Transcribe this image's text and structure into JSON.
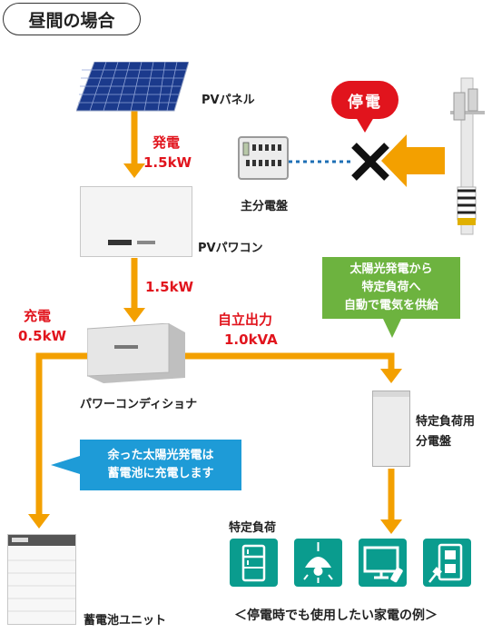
{
  "title": "昼間の場合",
  "pv_panel": {
    "label": "PVパネル"
  },
  "pv_inverter": {
    "label": "PVパワコン"
  },
  "power_conditioner": {
    "label": "パワーコンディショナ"
  },
  "main_board": {
    "label": "主分電盤"
  },
  "specific_board": {
    "label_line1": "特定負荷用",
    "label_line2": "分電盤"
  },
  "battery": {
    "label": "蓄電池ユニット"
  },
  "outage": {
    "label": "停電"
  },
  "flow_generation": {
    "label": "発電",
    "value": "1.5kW"
  },
  "flow_to_conditioner": {
    "value": "1.5kW"
  },
  "flow_charge": {
    "label": "充電",
    "value": "0.5kW"
  },
  "flow_self_output": {
    "label": "自立出力",
    "value": "1.0kVA"
  },
  "callout_green": {
    "line1": "太陽光発電から",
    "line2": "特定負荷へ",
    "line3": "自動で電気を供給"
  },
  "callout_blue": {
    "line1": "余った太陽光発電は",
    "line2": "蓄電池に充電します"
  },
  "loads": {
    "title": "特定負荷",
    "items": [
      "refrigerator-icon",
      "ceiling-light-icon",
      "television-icon",
      "outlet-icon"
    ]
  },
  "footer": "＜停電時でも使用したい家電の例＞",
  "colors": {
    "arrow": "#f3a000",
    "outage": "#e1141d",
    "green": "#6db33f",
    "blue": "#1e9bd7",
    "tile": "#0a9c8e"
  }
}
